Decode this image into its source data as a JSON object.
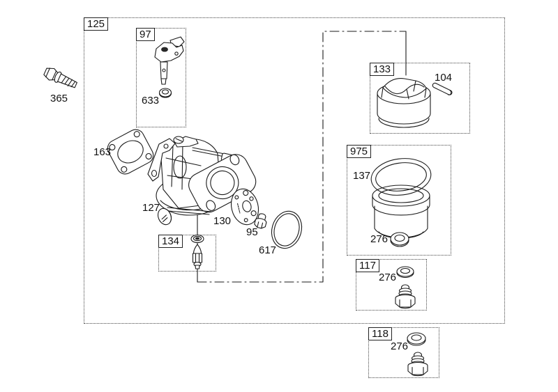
{
  "figure": {
    "bg": "#ffffff",
    "ink": "#1a1a1a"
  },
  "group_boxes": {
    "b125": {
      "label": "125"
    },
    "b97": {
      "label": "97"
    },
    "b134": {
      "label": "134"
    },
    "b133": {
      "label": "133"
    },
    "b975": {
      "label": "975"
    },
    "b117": {
      "label": "117"
    },
    "b118": {
      "label": "118"
    }
  },
  "part_labels": {
    "p365": "365",
    "p633": "633",
    "p163": "163",
    "p127": "127",
    "p130": "130",
    "p95": "95",
    "p617": "617",
    "p104": "104",
    "p137": "137",
    "p276_bowl": "276",
    "p276_117": "276",
    "p276_118": "276"
  }
}
